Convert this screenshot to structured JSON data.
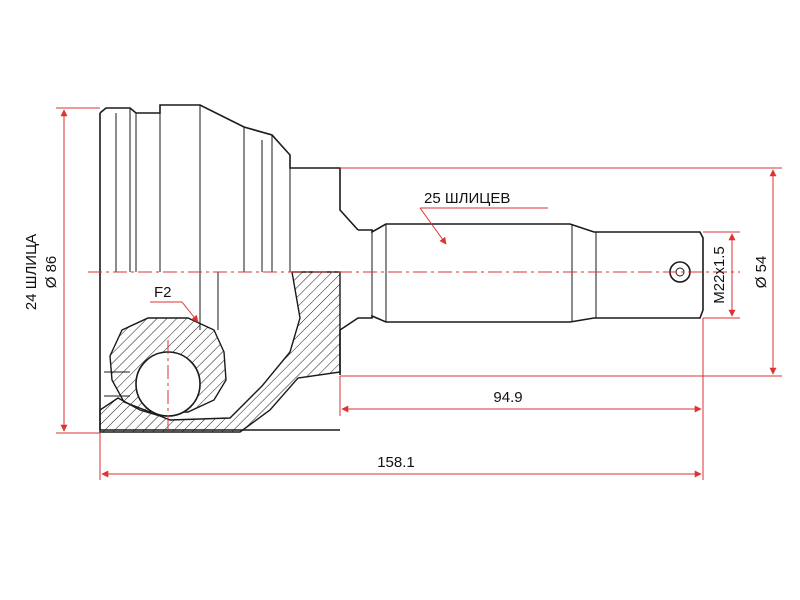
{
  "labels": {
    "outer_spline": "24 ШЛИЦА",
    "outer_diameter": "Ø 86",
    "inner_spline": "25 ШЛИЦЕВ",
    "thread": "M22x1.5",
    "shaft_diameter": "Ø 54",
    "length_shaft": "94.9",
    "length_total": "158.1",
    "f_mark": "F2"
  },
  "colors": {
    "dimension": "#dd3333",
    "outline": "#1a1a1a"
  }
}
